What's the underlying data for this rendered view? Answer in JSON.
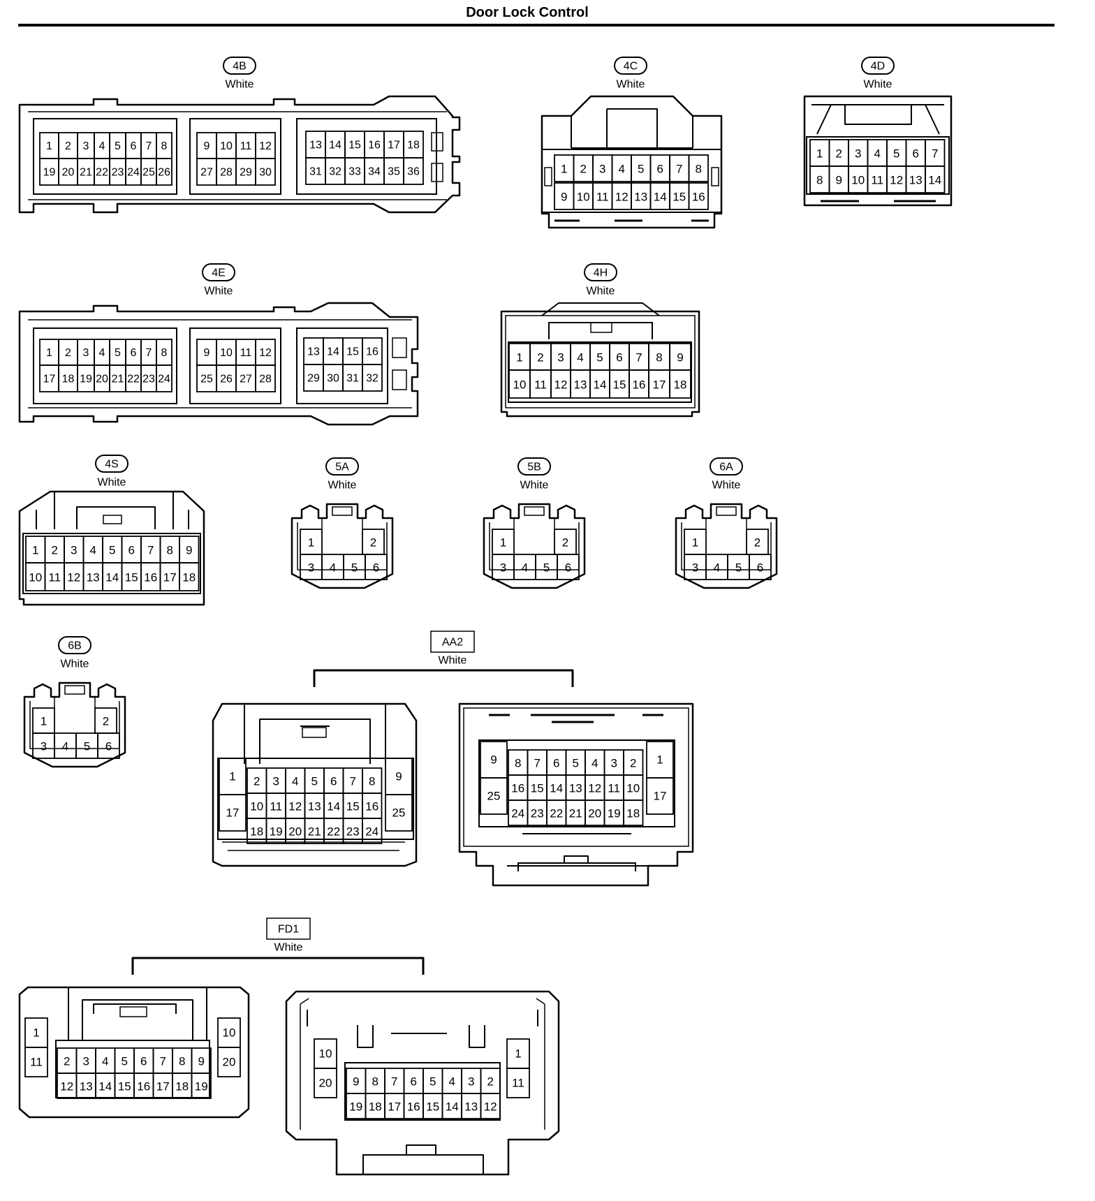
{
  "title": "Door Lock Control",
  "connectors": [
    {
      "id": "4B",
      "color": "White",
      "label_style": "oval",
      "pins": [
        [
          "1",
          "2",
          "3",
          "4",
          "5",
          "6",
          "7",
          "8",
          "9",
          "10",
          "11",
          "12",
          "13",
          "14",
          "15",
          "16",
          "17",
          "18"
        ],
        [
          "19",
          "20",
          "21",
          "22",
          "23",
          "24",
          "25",
          "26",
          "27",
          "28",
          "29",
          "30",
          "31",
          "32",
          "33",
          "34",
          "35",
          "36"
        ]
      ]
    },
    {
      "id": "4C",
      "color": "White",
      "label_style": "oval",
      "pins": [
        [
          "1",
          "2",
          "3",
          "4",
          "5",
          "6",
          "7",
          "8"
        ],
        [
          "9",
          "10",
          "11",
          "12",
          "13",
          "14",
          "15",
          "16"
        ]
      ]
    },
    {
      "id": "4D",
      "color": "White",
      "label_style": "oval",
      "pins": [
        [
          "1",
          "2",
          "3",
          "4",
          "5",
          "6",
          "7"
        ],
        [
          "8",
          "9",
          "10",
          "11",
          "12",
          "13",
          "14"
        ]
      ]
    },
    {
      "id": "4E",
      "color": "White",
      "label_style": "oval",
      "pins": [
        [
          "1",
          "2",
          "3",
          "4",
          "5",
          "6",
          "7",
          "8",
          "9",
          "10",
          "11",
          "12",
          "13",
          "14",
          "15",
          "16"
        ],
        [
          "17",
          "18",
          "19",
          "20",
          "21",
          "22",
          "23",
          "24",
          "25",
          "26",
          "27",
          "28",
          "29",
          "30",
          "31",
          "32"
        ]
      ]
    },
    {
      "id": "4H",
      "color": "White",
      "label_style": "oval",
      "pins": [
        [
          "1",
          "2",
          "3",
          "4",
          "5",
          "6",
          "7",
          "8",
          "9"
        ],
        [
          "10",
          "11",
          "12",
          "13",
          "14",
          "15",
          "16",
          "17",
          "18"
        ]
      ]
    },
    {
      "id": "4S",
      "color": "White",
      "label_style": "oval",
      "pins": [
        [
          "1",
          "2",
          "3",
          "4",
          "5",
          "6",
          "7",
          "8",
          "9"
        ],
        [
          "10",
          "11",
          "12",
          "13",
          "14",
          "15",
          "16",
          "17",
          "18"
        ]
      ]
    },
    {
      "id": "5A",
      "color": "White",
      "label_style": "oval",
      "pins": [
        [
          "1",
          "2"
        ],
        [
          "3",
          "4",
          "5",
          "6"
        ]
      ]
    },
    {
      "id": "5B",
      "color": "White",
      "label_style": "oval",
      "pins": [
        [
          "1",
          "2"
        ],
        [
          "3",
          "4",
          "5",
          "6"
        ]
      ]
    },
    {
      "id": "6A",
      "color": "White",
      "label_style": "oval",
      "pins": [
        [
          "1",
          "2"
        ],
        [
          "3",
          "4",
          "5",
          "6"
        ]
      ]
    },
    {
      "id": "6B",
      "color": "White",
      "label_style": "oval",
      "pins": [
        [
          "1",
          "2"
        ],
        [
          "3",
          "4",
          "5",
          "6"
        ]
      ]
    },
    {
      "id": "AA2",
      "color": "White",
      "label_style": "box",
      "left_pins": [
        [
          "1",
          "2",
          "3",
          "4",
          "5",
          "6",
          "7",
          "8",
          "9"
        ],
        [
          "17",
          "10",
          "11",
          "12",
          "13",
          "14",
          "15",
          "16",
          "25"
        ],
        [
          "18",
          "19",
          "20",
          "21",
          "22",
          "23",
          "24"
        ]
      ],
      "right_pins": [
        [
          "9",
          "8",
          "7",
          "6",
          "5",
          "4",
          "3",
          "2",
          "1"
        ],
        [
          "25",
          "16",
          "15",
          "14",
          "13",
          "12",
          "11",
          "10",
          "17"
        ],
        [
          "24",
          "23",
          "22",
          "21",
          "20",
          "19",
          "18"
        ]
      ]
    },
    {
      "id": "FD1",
      "color": "White",
      "label_style": "box",
      "left_pins": [
        [
          "1",
          "10"
        ],
        [
          "11",
          "2",
          "3",
          "4",
          "5",
          "6",
          "7",
          "8",
          "9",
          "20"
        ],
        [
          "12",
          "13",
          "14",
          "15",
          "16",
          "17",
          "18",
          "19"
        ]
      ],
      "right_pins": [
        [
          "10",
          "1"
        ],
        [
          "20",
          "9",
          "8",
          "7",
          "6",
          "5",
          "4",
          "3",
          "2",
          "11"
        ],
        [
          "19",
          "18",
          "17",
          "16",
          "15",
          "14",
          "13",
          "12"
        ]
      ]
    }
  ]
}
